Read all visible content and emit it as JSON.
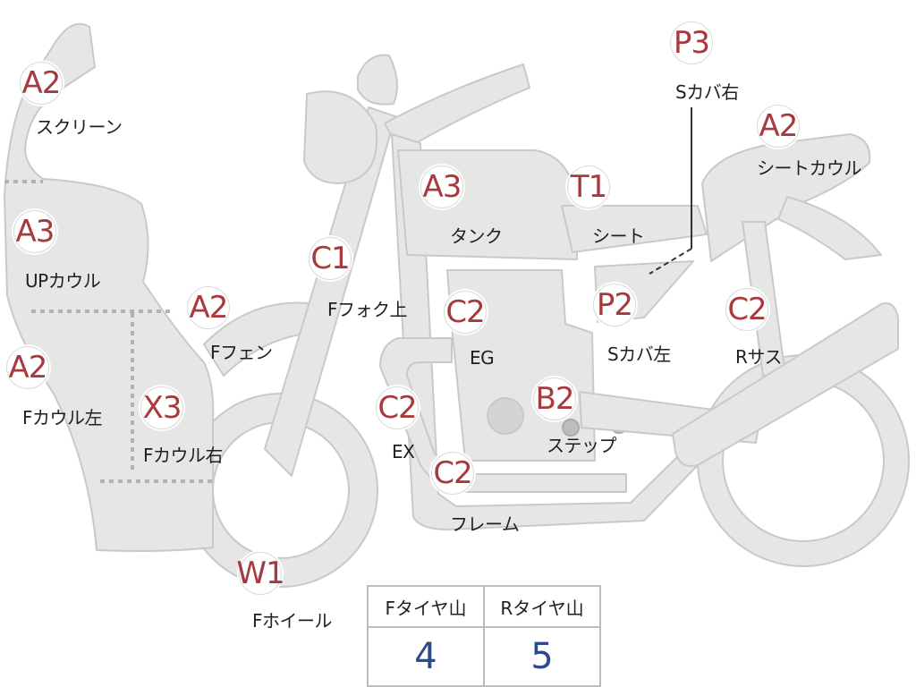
{
  "parts": [
    {
      "id": "screen",
      "grade": "A2",
      "label": "スクリーン"
    },
    {
      "id": "up-cowl",
      "grade": "A3",
      "label": "UPカウル"
    },
    {
      "id": "f-cowl-left",
      "grade": "A2",
      "label": "Fカウル左"
    },
    {
      "id": "f-cowl-right",
      "grade": "X3",
      "label": "Fカウル右"
    },
    {
      "id": "f-fender",
      "grade": "A2",
      "label": "Fフェン"
    },
    {
      "id": "f-fork-upper",
      "grade": "C1",
      "label": "Fフォク上"
    },
    {
      "id": "tank",
      "grade": "A3",
      "label": "タンク"
    },
    {
      "id": "engine",
      "grade": "C2",
      "label": "EG"
    },
    {
      "id": "exhaust",
      "grade": "C2",
      "label": "EX"
    },
    {
      "id": "frame",
      "grade": "C2",
      "label": "フレーム"
    },
    {
      "id": "f-wheel",
      "grade": "W1",
      "label": "Fホイール"
    },
    {
      "id": "step",
      "grade": "B2",
      "label": "ステップ"
    },
    {
      "id": "seat",
      "grade": "T1",
      "label": "シート"
    },
    {
      "id": "s-cover-left",
      "grade": "P2",
      "label": "Sカバ左"
    },
    {
      "id": "s-cover-right",
      "grade": "P3",
      "label": "Sカバ右"
    },
    {
      "id": "seat-cowl",
      "grade": "A2",
      "label": "シートカウル"
    },
    {
      "id": "r-suspension",
      "grade": "C2",
      "label": "Rサス"
    }
  ],
  "tires": {
    "front_label": "Fタイヤ山",
    "front_value": "4",
    "rear_label": "Rタイヤ山",
    "rear_value": "5"
  },
  "colors": {
    "body_fill": "#e6e6e4",
    "body_stroke": "#c9c9c7",
    "grade_text": "#a8393c",
    "tire_value_text": "#2d4a8c"
  }
}
